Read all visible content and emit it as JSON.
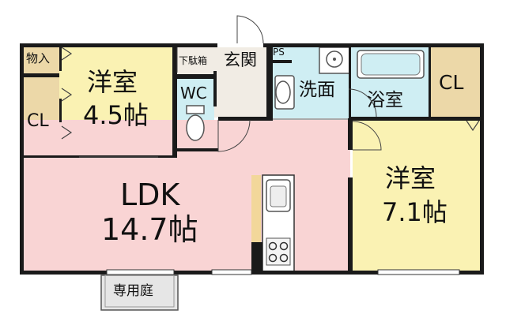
{
  "floorplan": {
    "rooms": {
      "western_small": {
        "name": "洋室",
        "size": "4.5帖"
      },
      "western_large": {
        "name": "洋室",
        "size": "7.1帖"
      },
      "ldk": {
        "name": "LDK",
        "size": "14.7帖"
      },
      "storage": "物入",
      "closet_left": "CL",
      "closet_right": "CL",
      "shoe_cabinet": "下駄箱",
      "entrance": "玄関",
      "wc": "WC",
      "ps": "PS",
      "washroom": "洗面",
      "bathroom": "浴室",
      "private_garden": "専用庭"
    },
    "colors": {
      "wall": "#1a1a1a",
      "ldk_floor": "#f9d4d4",
      "western_floor": "#faf2b3",
      "closet": "#ecd8a8",
      "wet_area": "#cfeef3",
      "entrance_floor": "#f1ece4",
      "garden": "#e6e6e6"
    }
  }
}
